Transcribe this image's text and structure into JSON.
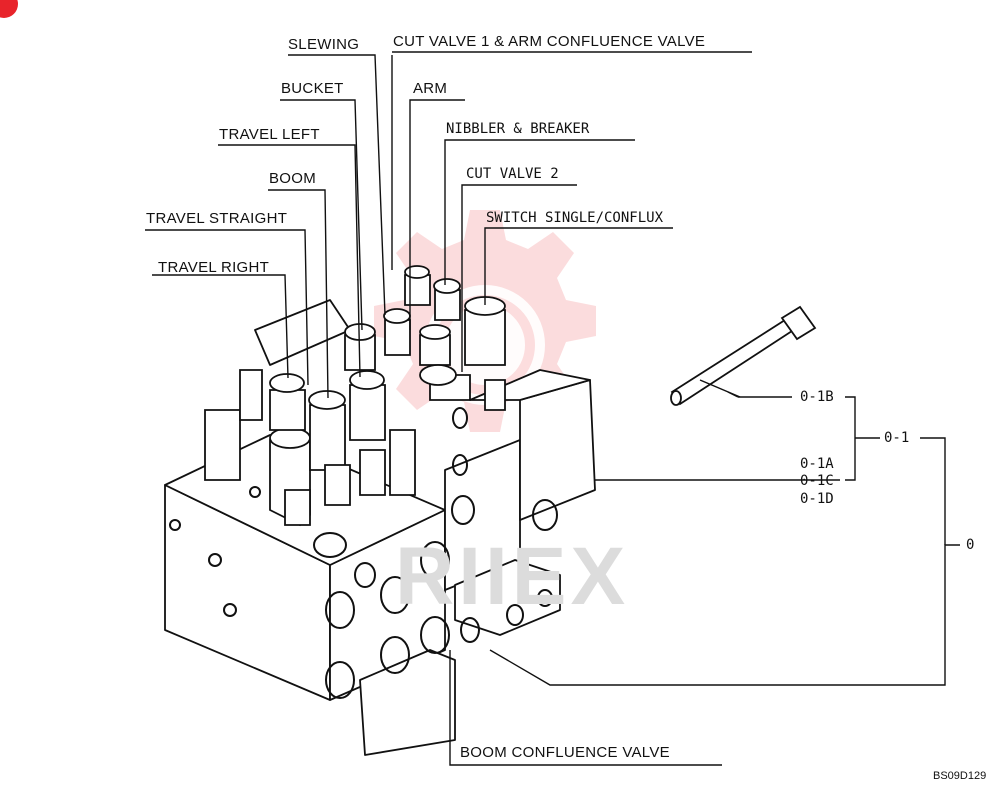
{
  "labels": {
    "slewing": "SLEWING",
    "cut_valve_1_arm_confluence": "CUT VALVE 1 & ARM CONFLUENCE VALVE",
    "bucket": "BUCKET",
    "arm": "ARM",
    "travel_left": "TRAVEL LEFT",
    "nibbler_breaker": "NIBBLER & BREAKER",
    "boom": "BOOM",
    "cut_valve_2": "CUT VALVE 2",
    "travel_straight": "TRAVEL STRAIGHT",
    "switch_single_conflux": "SWITCH SINGLE/CONFLUX",
    "travel_right": "TRAVEL RIGHT",
    "boom_confluence_valve": "BOOM CONFLUENCE VALVE"
  },
  "part_refs": {
    "p0_1b": "0-1B",
    "p0_1": "0-1",
    "p0_1a": "0-1A",
    "p0_1c": "0-1C",
    "p0_1d": "0-1D",
    "p0": "0"
  },
  "drawing_code": "BS09D129",
  "watermark": "RIIEX",
  "colors": {
    "line": "#111111",
    "watermark_red": "#e8242b",
    "watermark_gray": "#dcdcdc"
  }
}
